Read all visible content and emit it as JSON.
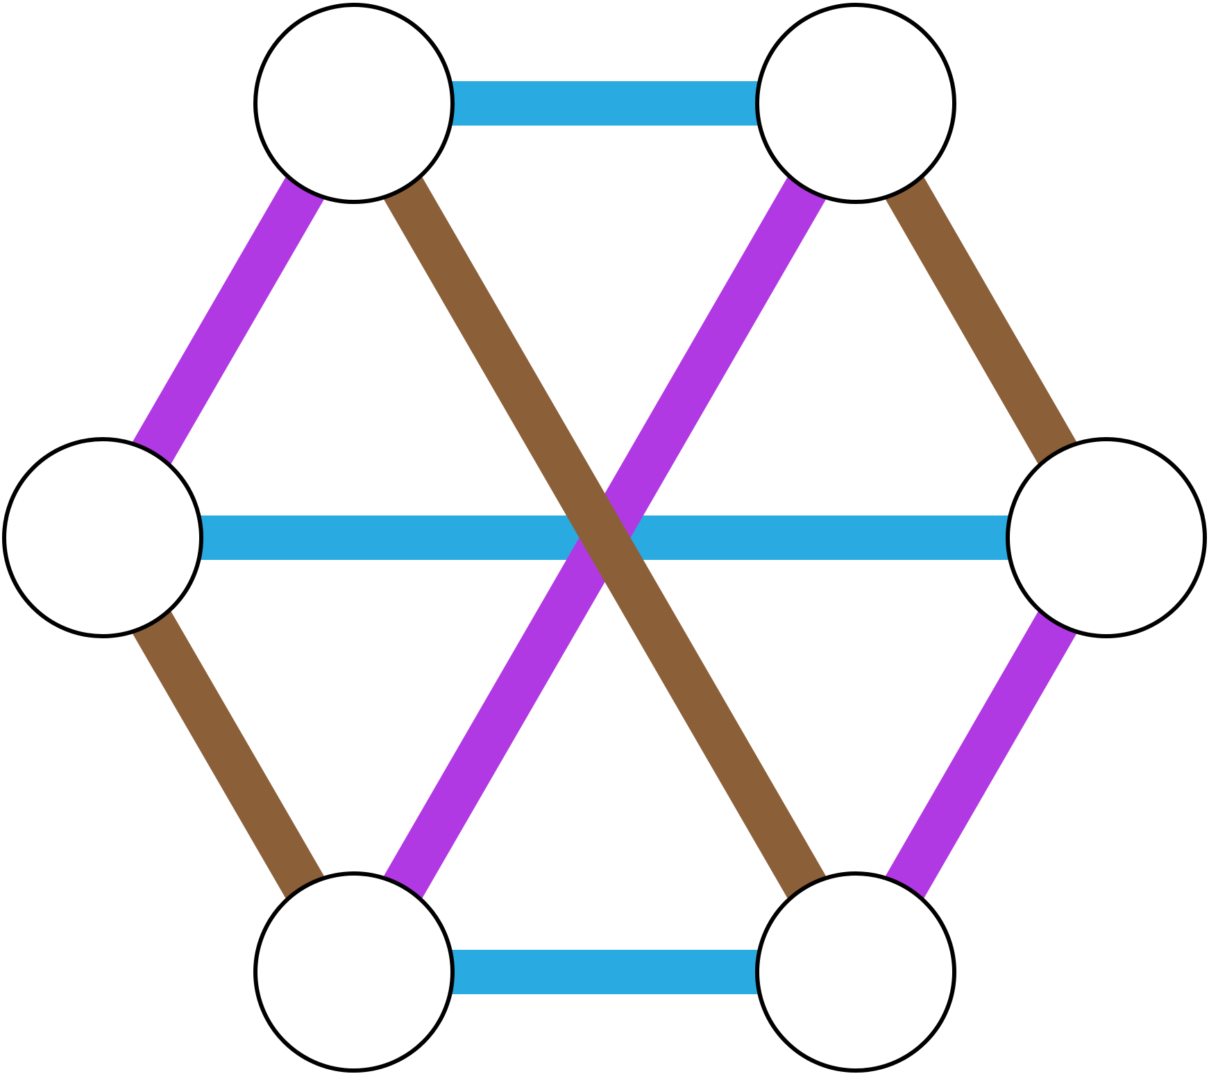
{
  "graph": {
    "nodes": [
      {
        "id": "n-top-left"
      },
      {
        "id": "n-top-right"
      },
      {
        "id": "n-mid-left"
      },
      {
        "id": "n-mid-right"
      },
      {
        "id": "n-bottom-left"
      },
      {
        "id": "n-bottom-right"
      }
    ],
    "edges": [
      {
        "from": "n-top-left",
        "to": "n-top-right",
        "color": "#29aae1"
      },
      {
        "from": "n-mid-left",
        "to": "n-mid-right",
        "color": "#29aae1"
      },
      {
        "from": "n-bottom-left",
        "to": "n-bottom-right",
        "color": "#29aae1"
      },
      {
        "from": "n-top-left",
        "to": "n-mid-left",
        "color": "#b139e3"
      },
      {
        "from": "n-top-right",
        "to": "n-bottom-left",
        "color": "#b139e3"
      },
      {
        "from": "n-mid-right",
        "to": "n-bottom-right",
        "color": "#b139e3"
      },
      {
        "from": "n-top-right",
        "to": "n-mid-right",
        "color": "#8b6039"
      },
      {
        "from": "n-top-left",
        "to": "n-bottom-right",
        "color": "#8b6039"
      },
      {
        "from": "n-mid-left",
        "to": "n-bottom-left",
        "color": "#8b6039"
      }
    ],
    "node_fill": "#ffffff",
    "node_stroke": "#000000"
  }
}
